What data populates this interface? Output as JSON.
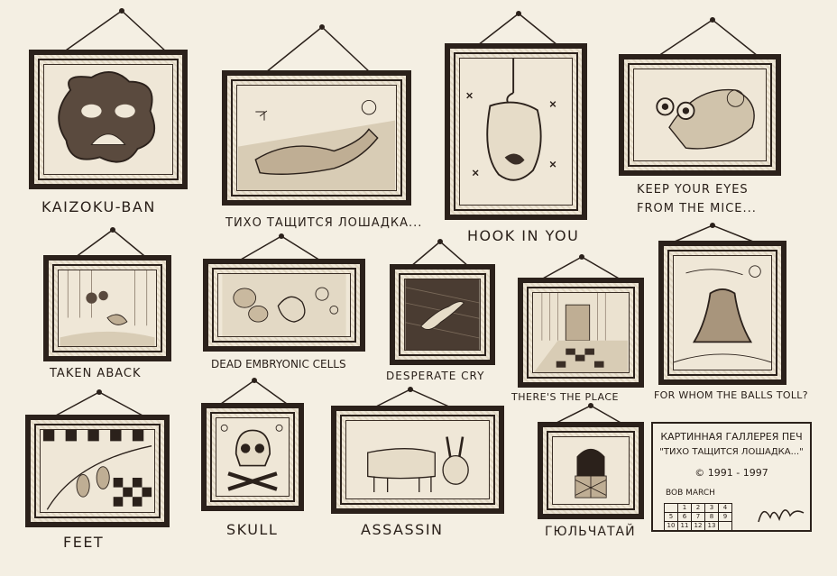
{
  "captions": {
    "kaizoku": "KAIZOKU-BAN",
    "tiho": "ТИХО ТАЩИТСЯ ЛОШАДКА...",
    "hook": "HOOK IN YOU",
    "keep_line1": "KEEP YOUR EYES",
    "keep_line2": "FROM THE MICE...",
    "taken": "TAKEN ABACK",
    "dead": "DEAD EMBRYONIC CELLS",
    "desperate": "DESPERATE CRY",
    "place": "THERE'S THE PLACE",
    "balls": "FOR WHOM THE BALLS TOLL?",
    "feet": "FEET",
    "skull": "SKULL",
    "assassin": "ASSASSIN",
    "gulchatai": "ГЮЛЬЧАТАЙ"
  },
  "plaque": {
    "title": "КАРТИННАЯ ГАЛЛЕРЕЯ ПЕЧ",
    "subtitle": "\"ТИХО ТАЩИТСЯ ЛОШАДКА...\"",
    "copyright": "© 1991 - 1997",
    "month": "BOB MARCH",
    "calendar": [
      [
        "1",
        "2",
        "3",
        "4"
      ],
      [
        "5",
        "6",
        "7",
        "8",
        "9"
      ],
      [
        "10",
        "11",
        "12",
        "13",
        ""
      ]
    ]
  },
  "colors": {
    "ink": "#2b211b",
    "paper": "#f4efe3"
  }
}
